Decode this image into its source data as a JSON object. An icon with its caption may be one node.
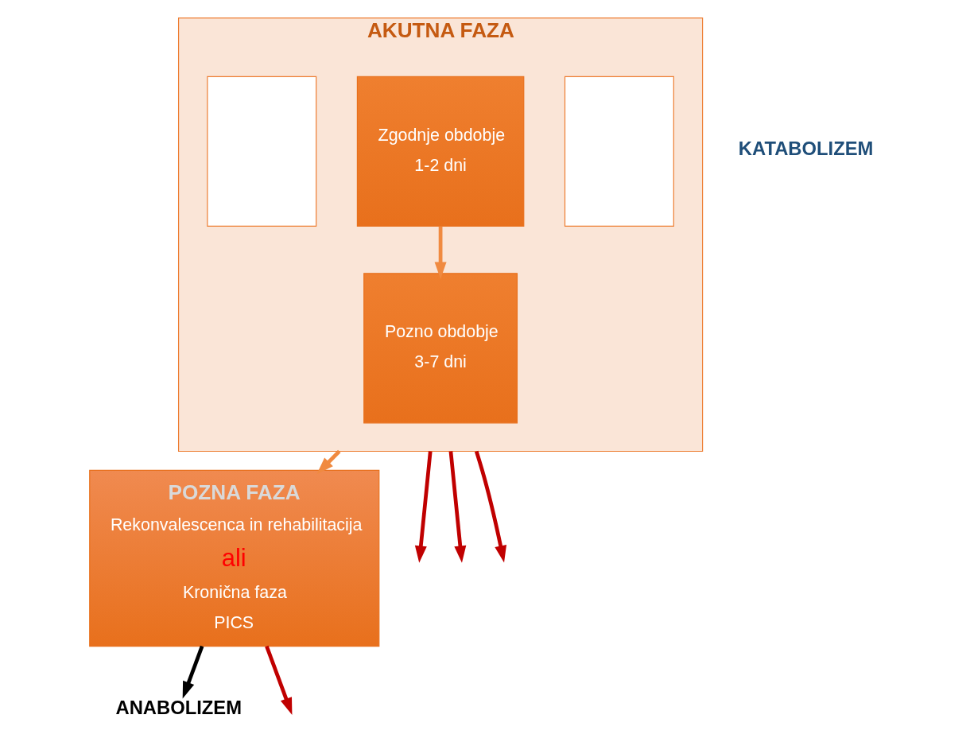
{
  "diagram": {
    "nodes": [
      {
        "text": [
          "AKUTNA FAZA"
        ]
      },
      {
        "text": [],
        "shape": "box",
        "in": 0
      },
      {
        "text": [
          "Zgodnje obdobje",
          "1-2 dni"
        ],
        "in": 0
      },
      {
        "text": [],
        "shape": "box",
        "in": 0
      },
      {
        "text": [
          "Pozno obdobje",
          "3-7 dni"
        ],
        "in": 0
      },
      {
        "text": [
          "POZNA FAZA",
          "Rekonvalescenca in rehabilitacija",
          "ali",
          "Kronična faza",
          "PICS"
        ]
      },
      {
        "text": [
          "ANABOLIZEM"
        ]
      }
    ],
    "edges": [
      {
        "from": 0,
        "to": 5,
        "arrow": "to",
        "color": "#f08a40"
      },
      {
        "from": 2,
        "to": 4,
        "arrow": "to",
        "color": "#f08a40"
      },
      {
        "from": 5,
        "to": 6,
        "arrow": "to",
        "color": "#000000"
      },
      {
        "from": 0,
        "to": null,
        "arrow": "to",
        "color": "#c00000"
      },
      {
        "from": 0,
        "to": null,
        "arrow": "to",
        "color": "#c00000"
      },
      {
        "from": 0,
        "to": null,
        "arrow": "to",
        "color": "#c00000"
      },
      {
        "from": 5,
        "to": null,
        "arrow": "to",
        "color": "#c00000"
      }
    ],
    "labels": [
      "KATABOLIZEM"
    ]
  }
}
